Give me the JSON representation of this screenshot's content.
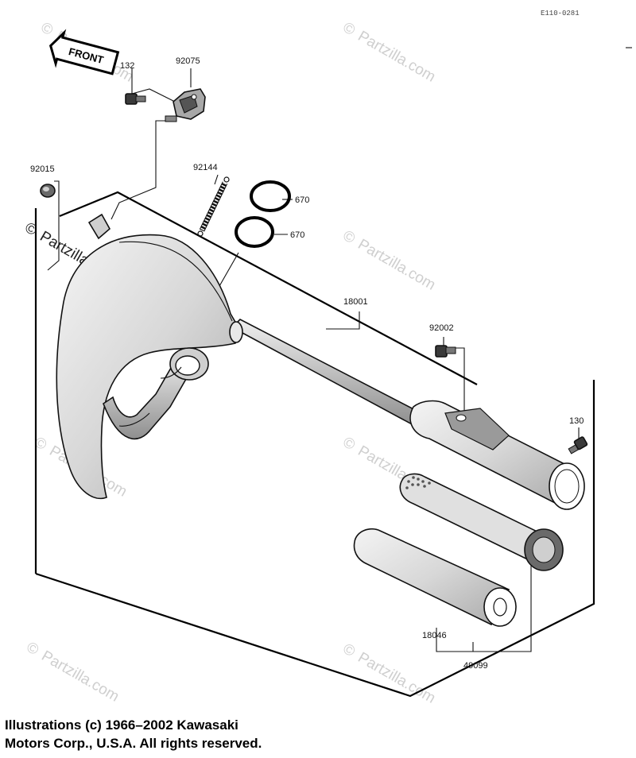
{
  "drawing_code": "E110-0281",
  "front_arrow": "FRONT",
  "parts": {
    "bolt_132": "132",
    "bracket_92075": "92075",
    "nut_92015": "92015",
    "spring_92144": "92144",
    "oring_upper": "670",
    "oring_lower": "670",
    "muffler_18001": "18001",
    "bolt_92002": "92002",
    "bolt_130": "130",
    "silencer_18046": "18046",
    "assy_49099": "49099"
  },
  "watermarks": {
    "copyright_mark": "©",
    "site": "Partzilla.com"
  },
  "copyright": {
    "line1": "Illustrations (c) 1966–2002 Kawasaki",
    "line2": "Motors Corp., U.S.A.  All rights reserved."
  }
}
